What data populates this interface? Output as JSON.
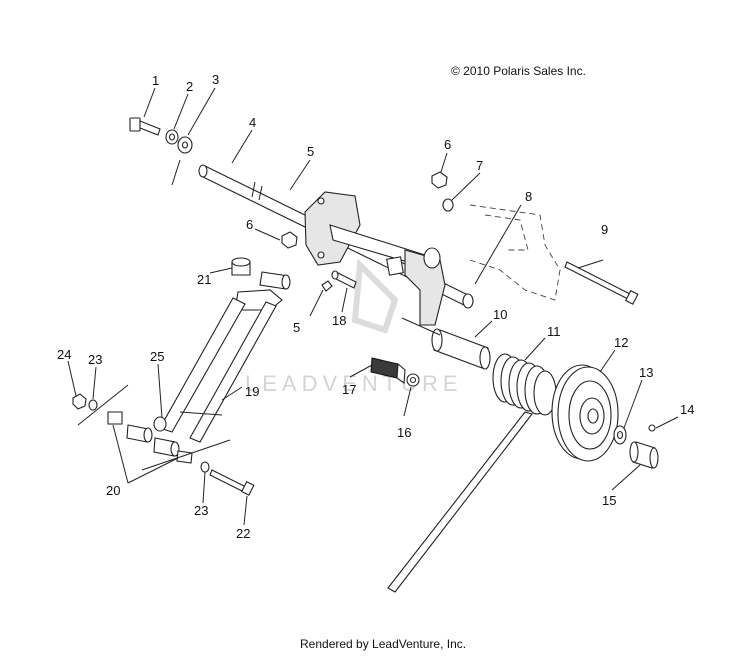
{
  "copyright": "© 2010 Polaris Sales Inc.",
  "footer": "Rendered by LeadVenture, Inc.",
  "watermark": "LEADVENTURE",
  "callouts": {
    "c1": "1",
    "c2": "2",
    "c3": "3",
    "c4": "4",
    "c5a": "5",
    "c5b": "5",
    "c6a": "6",
    "c6b": "6",
    "c7": "7",
    "c8": "8",
    "c9": "9",
    "c10": "10",
    "c11": "11",
    "c12": "12",
    "c13": "13",
    "c14": "14",
    "c15": "15",
    "c16": "16",
    "c17": "17",
    "c18": "18",
    "c19": "19",
    "c20": "20",
    "c21": "21",
    "c22": "22",
    "c23a": "23",
    "c23b": "23",
    "c24": "24",
    "c25": "25"
  },
  "colors": {
    "line": "#222222",
    "shade": "#e6e6e6",
    "watermark": "#d4d4d4"
  }
}
